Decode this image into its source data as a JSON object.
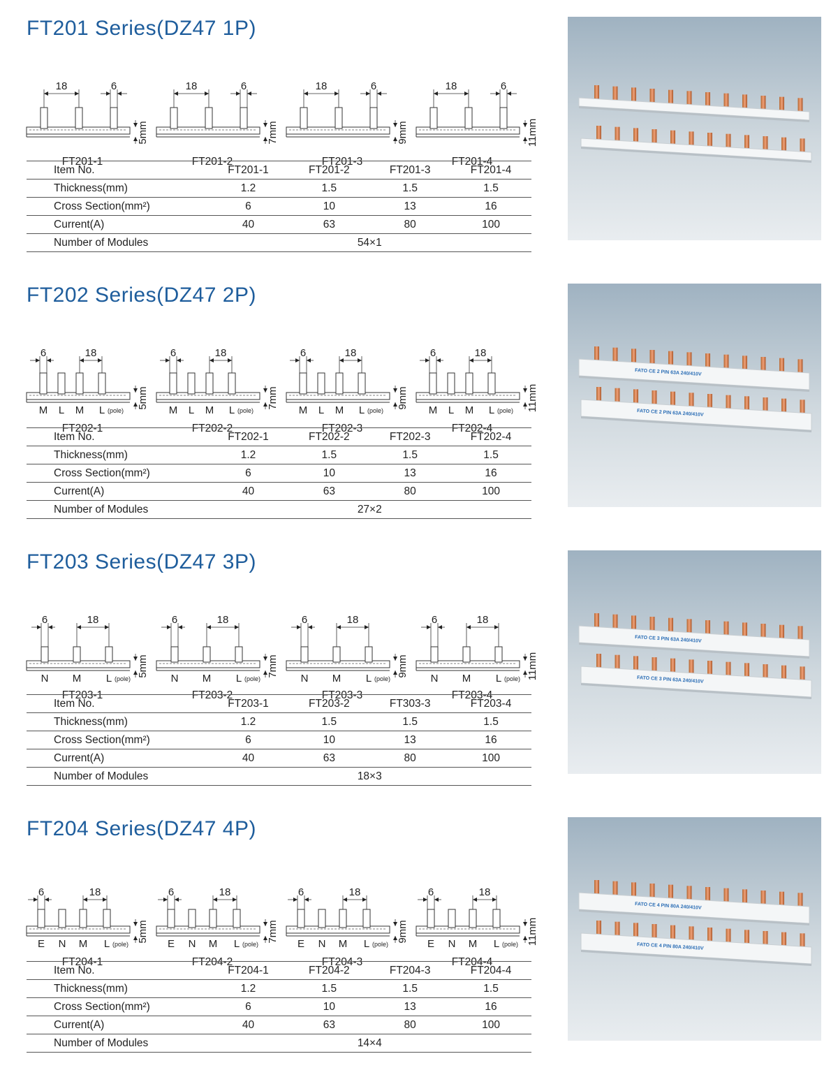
{
  "sections": [
    {
      "title": "FT201 Series(DZ47 1P)",
      "dim_a": "18",
      "dim_b": "6",
      "poles": "",
      "pole_note": "",
      "variants": [
        {
          "label": "FT201-1",
          "thickness": "5mm"
        },
        {
          "label": "FT201-2",
          "thickness": "7mm"
        },
        {
          "label": "FT201-3",
          "thickness": "9mm"
        },
        {
          "label": "FT201-4",
          "thickness": "11mm"
        }
      ],
      "table": {
        "header": [
          "Item No.",
          "FT201-1",
          "FT201-2",
          "FT201-3",
          "FT201-4"
        ],
        "rows": [
          {
            "label": "Thickness(mm)",
            "values": [
              "1.2",
              "1.5",
              "1.5",
              "1.5"
            ]
          },
          {
            "label": "Cross Section(mm²)",
            "values": [
              "6",
              "10",
              "13",
              "16"
            ]
          },
          {
            "label": "Current(A)",
            "values": [
              "40",
              "63",
              "80",
              "100"
            ]
          }
        ],
        "modules_label": "Number of Modules",
        "modules_value": "54×1"
      },
      "photo_text": ""
    },
    {
      "title": "FT202 Series(DZ47 2P)",
      "dim_a": "6",
      "dim_b": "18",
      "poles": "M L M L",
      "pole_note": "(pole)",
      "variants": [
        {
          "label": "FT202-1",
          "thickness": "5mm"
        },
        {
          "label": "FT202-2",
          "thickness": "7mm"
        },
        {
          "label": "FT202-3",
          "thickness": "9mm"
        },
        {
          "label": "FT202-4",
          "thickness": "11mm"
        }
      ],
      "table": {
        "header": [
          "Item No.",
          "FT202-1",
          "FT202-2",
          "FT202-3",
          "FT202-4"
        ],
        "rows": [
          {
            "label": "Thickness(mm)",
            "values": [
              "1.2",
              "1.5",
              "1.5",
              "1.5"
            ]
          },
          {
            "label": "Cross Section(mm²)",
            "values": [
              "6",
              "10",
              "13",
              "16"
            ]
          },
          {
            "label": "Current(A)",
            "values": [
              "40",
              "63",
              "80",
              "100"
            ]
          }
        ],
        "modules_label": "Number of Modules",
        "modules_value": "27×2"
      },
      "photo_text": "FATO  CE 2 PIN 63A 240/410V"
    },
    {
      "title": "FT203 Series(DZ47 3P)",
      "dim_a": "6",
      "dim_b": "18",
      "poles": "N M L",
      "pole_note": "(pole)",
      "variants": [
        {
          "label": "FT203-1",
          "thickness": "5mm"
        },
        {
          "label": "FT203-2",
          "thickness": "7mm"
        },
        {
          "label": "FT203-3",
          "thickness": "9mm"
        },
        {
          "label": "FT203-4",
          "thickness": "11mm"
        }
      ],
      "table": {
        "header": [
          "Item No.",
          "FT203-1",
          "FT203-2",
          "FT303-3",
          "FT203-4"
        ],
        "rows": [
          {
            "label": "Thickness(mm)",
            "values": [
              "1.2",
              "1.5",
              "1.5",
              "1.5"
            ]
          },
          {
            "label": "Cross Section(mm²)",
            "values": [
              "6",
              "10",
              "13",
              "16"
            ]
          },
          {
            "label": "Current(A)",
            "values": [
              "40",
              "63",
              "80",
              "100"
            ]
          }
        ],
        "modules_label": "Number of Modules",
        "modules_value": "18×3"
      },
      "photo_text": "FATO  CE 3 PIN 63A 240/410V"
    },
    {
      "title": "FT204 Series(DZ47 4P)",
      "dim_a": "6",
      "dim_b": "18",
      "poles": "E N M L",
      "pole_note": "(pole)",
      "variants": [
        {
          "label": "FT204-1",
          "thickness": "5mm"
        },
        {
          "label": "FT204-2",
          "thickness": "7mm"
        },
        {
          "label": "FT204-3",
          "thickness": "9mm"
        },
        {
          "label": "FT204-4",
          "thickness": "11mm"
        }
      ],
      "table": {
        "header": [
          "Item No.",
          "FT204-1",
          "FT204-2",
          "FT204-3",
          "FT204-4"
        ],
        "rows": [
          {
            "label": "Thickness(mm)",
            "values": [
              "1.2",
              "1.5",
              "1.5",
              "1.5"
            ]
          },
          {
            "label": "Cross Section(mm²)",
            "values": [
              "6",
              "10",
              "13",
              "16"
            ]
          },
          {
            "label": "Current(A)",
            "values": [
              "40",
              "63",
              "80",
              "100"
            ]
          }
        ],
        "modules_label": "Number of Modules",
        "modules_value": "14×4"
      },
      "photo_text": "FATO  CE 4 PIN 80A 240/410V"
    }
  ]
}
